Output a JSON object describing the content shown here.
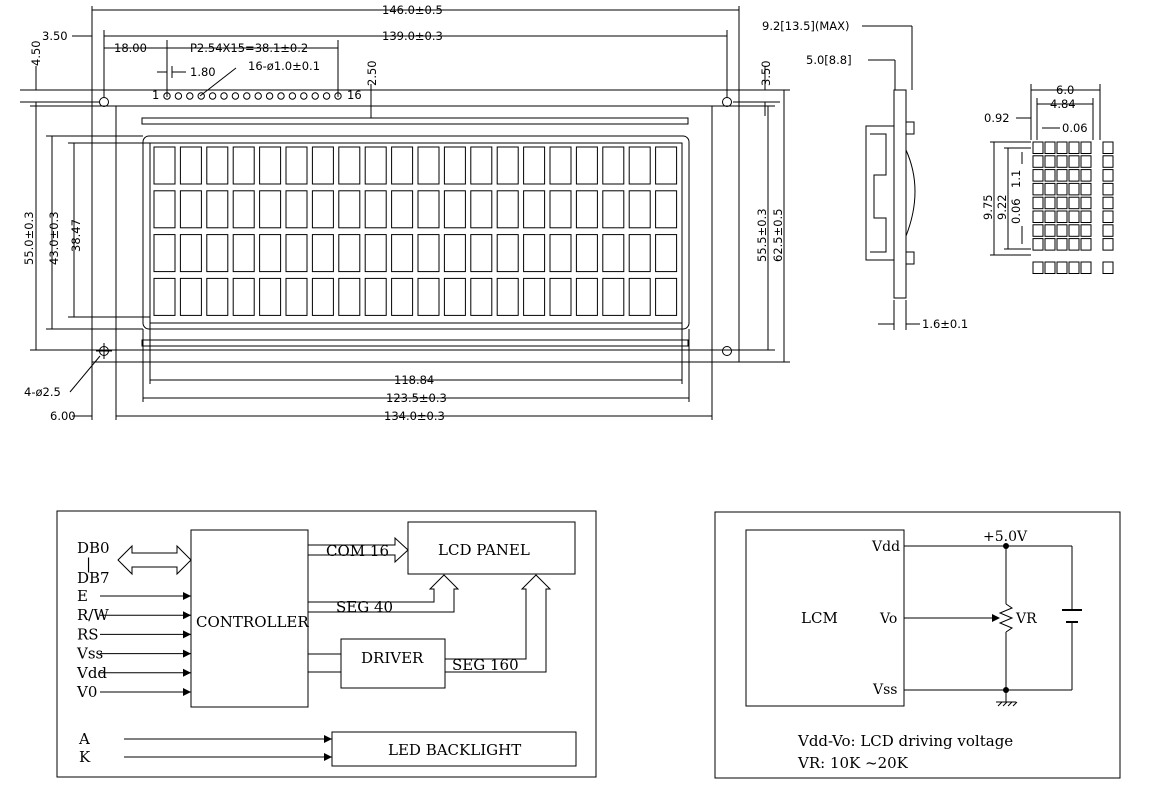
{
  "mech": {
    "top_dims": {
      "overall_width": "146.0±0.5",
      "hole_pitch_x": "139.0±0.3",
      "left_offset": "3.50",
      "pin1_offset": "18.00",
      "pin_pitch": "P2.54X15=38.1±0.2",
      "pin_width": "1.80",
      "pin_holes": "16-ø1.0±0.1",
      "pin_row_offset": "2.50",
      "right_offset": "3.50",
      "top_offset": "4.50",
      "pin_first": "1",
      "pin_last": "16"
    },
    "side_dims": {
      "height_left": "55.0±0.3",
      "viewing_area_h": "43.0±0.3",
      "active_area_h": "38.47",
      "height_right_inner": "55.5±0.3",
      "height_right_outer": "62.5±0.5"
    },
    "bottom_dims": {
      "mount_holes": "4-ø2.5",
      "active_area_w": "118.84",
      "viewing_area_w": "123.5±0.3",
      "left_margin": "6.00",
      "bezel_w": "134.0±0.3"
    },
    "profile_dims": {
      "thickness": "9.2[13.5](MAX)",
      "module_depth": "5.0[8.8]",
      "pcb": "1.6±0.1"
    },
    "char_dims": {
      "char_w": "6.0",
      "dot_area_w": "4.84",
      "pitch_gap": "0.92",
      "dot_gap": "0.06",
      "char_h": "9.75",
      "dot_area_h": "9.22",
      "dot_size": "1.1",
      "dot_gap_v": "0.06"
    }
  },
  "block_diagram": {
    "bus_top": "DB0",
    "bus_sep": "|",
    "bus_bottom": "DB7",
    "inputs": [
      "E",
      "R/W",
      "RS",
      "Vss",
      "Vdd",
      "V0"
    ],
    "controller": "CONTROLLER",
    "lcd_panel": "LCD  PANEL",
    "driver": "DRIVER",
    "com": "COM  16",
    "seg40": "SEG  40",
    "seg160": "SEG  160",
    "backlight_inputs": [
      "A",
      "K"
    ],
    "backlight": "LED  BACKLIGHT"
  },
  "circuit": {
    "lcm": "LCM",
    "vdd": "Vdd",
    "vo": "Vo",
    "vss": "Vss",
    "supply": "+5.0V",
    "vr": "VR",
    "note1": "Vdd-Vo:  LCD  driving  voltage",
    "note2": "VR:  10K  ~20K"
  }
}
